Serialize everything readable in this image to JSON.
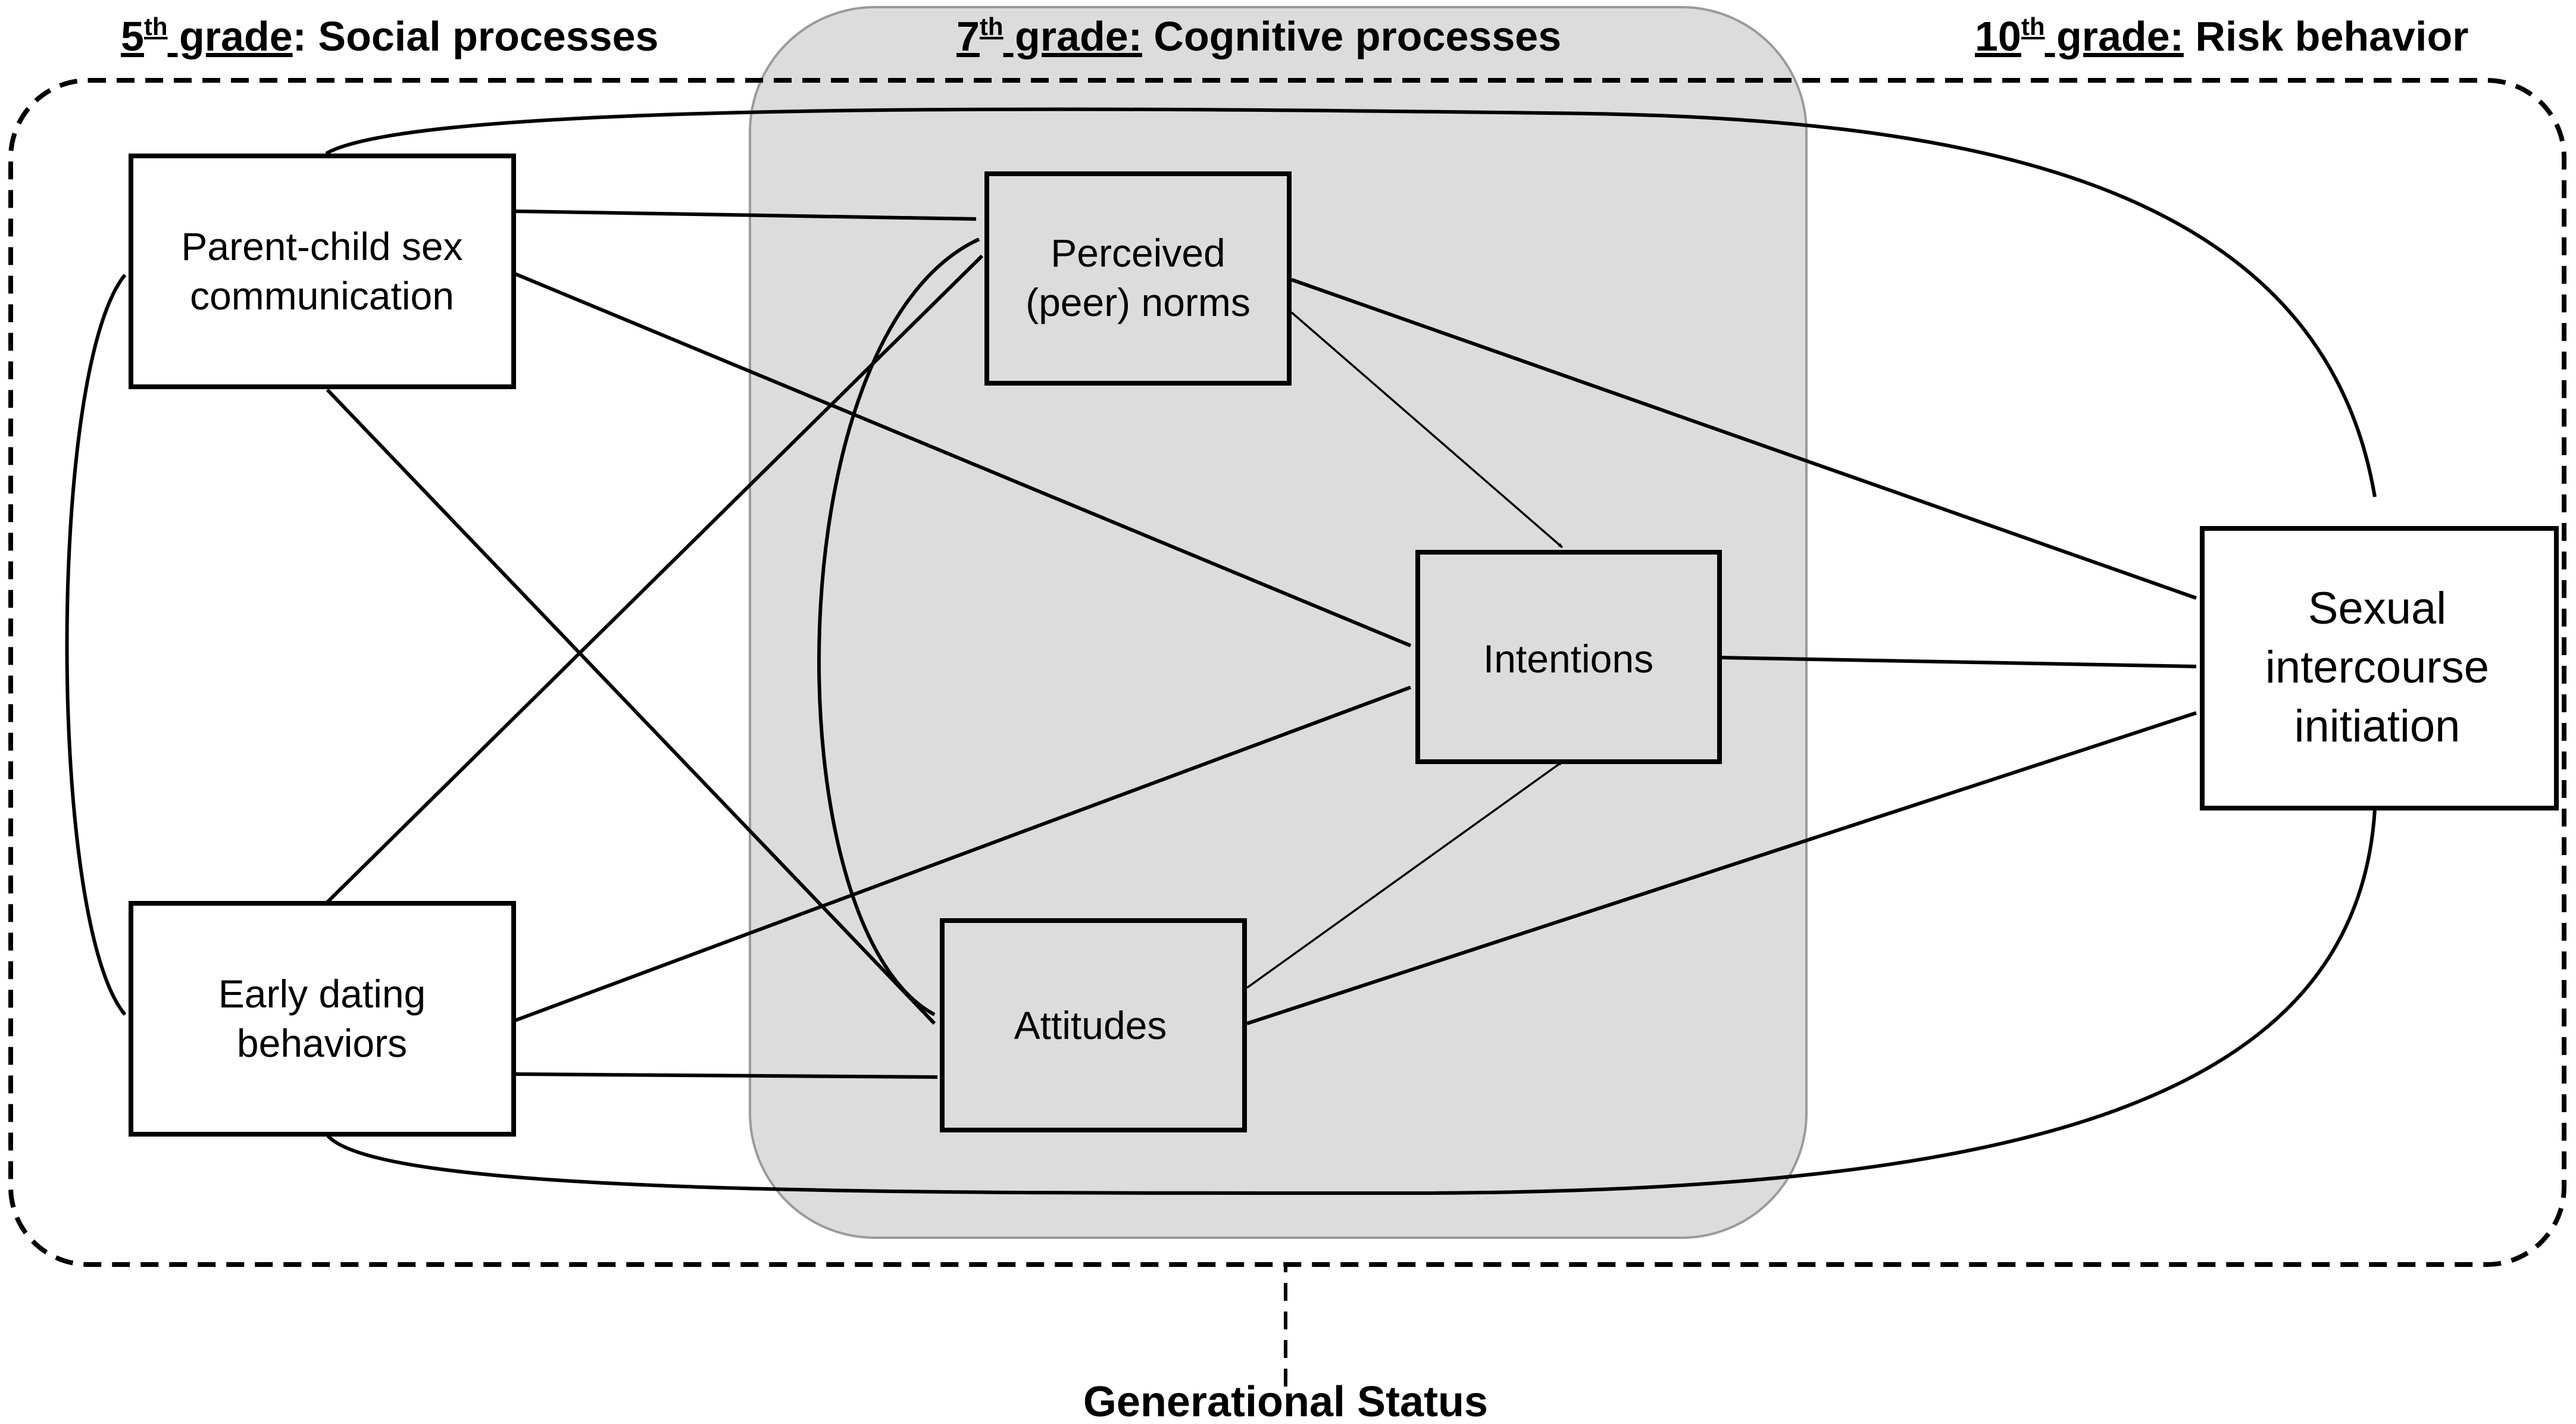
{
  "headers": {
    "grade5": {
      "grade": "5",
      "suffix": "th",
      "word": " grade",
      "colon": ":",
      "topic": " Social processes"
    },
    "grade7": {
      "grade": "7",
      "suffix": "th",
      "word": " grade:",
      "topic": " Cognitive processes"
    },
    "grade10": {
      "grade": "10",
      "suffix": "th",
      "word": " grade:",
      "topic": " Risk behavior"
    }
  },
  "nodes": {
    "parent_child": {
      "line1": "Parent-child sex",
      "line2": "communication"
    },
    "early_dating": {
      "line1": "Early dating",
      "line2": "behaviors"
    },
    "norms": {
      "line1": "Perceived",
      "line2": "(peer) norms"
    },
    "intentions": {
      "label": "Intentions"
    },
    "attitudes": {
      "label": "Attitudes"
    },
    "outcome": {
      "line1": "Sexual",
      "line2": "intercourse",
      "line3": "initiation"
    }
  },
  "moderator": {
    "label": "Generational Status"
  },
  "paths": [
    {
      "from": "Parent-child sex communication",
      "to": "Perceived (peer) norms"
    },
    {
      "from": "Parent-child sex communication",
      "to": "Intentions"
    },
    {
      "from": "Parent-child sex communication",
      "to": "Attitudes"
    },
    {
      "from": "Parent-child sex communication",
      "to": "Sexual intercourse initiation"
    },
    {
      "from": "Early dating behaviors",
      "to": "Perceived (peer) norms"
    },
    {
      "from": "Early dating behaviors",
      "to": "Intentions"
    },
    {
      "from": "Early dating behaviors",
      "to": "Attitudes"
    },
    {
      "from": "Early dating behaviors",
      "to": "Sexual intercourse initiation"
    },
    {
      "from": "Perceived (peer) norms",
      "to": "Intentions"
    },
    {
      "from": "Perceived (peer) norms",
      "to": "Sexual intercourse initiation"
    },
    {
      "from": "Attitudes",
      "to": "Intentions"
    },
    {
      "from": "Attitudes",
      "to": "Sexual intercourse initiation"
    },
    {
      "from": "Intentions",
      "to": "Sexual intercourse initiation"
    },
    {
      "from": "Parent-child sex communication",
      "to": "Early dating behaviors",
      "type": "covariance"
    },
    {
      "from": "Perceived (peer) norms",
      "to": "Attitudes",
      "type": "covariance"
    },
    {
      "from": "Generational Status",
      "to": "model",
      "type": "moderation"
    }
  ]
}
